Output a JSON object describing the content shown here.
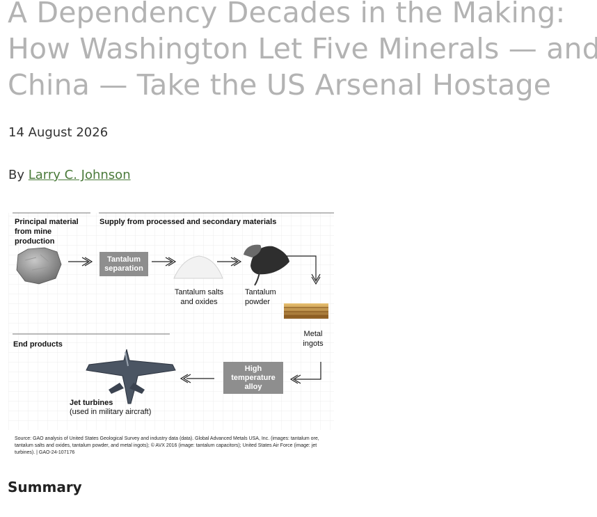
{
  "article": {
    "title_line1": "A Dependency Decades in the Making:",
    "title_line2": "How Washington Let Five Minerals — and",
    "title_line3": "China — Take the US Arsenal Hostage",
    "date": "14 August 2026",
    "by_prefix": "By ",
    "author": "Larry C. Johnson",
    "summary_heading": "Summary"
  },
  "figure": {
    "principal_heading": "Principal material from mine production",
    "supply_heading": "Supply from processed and secondary materials",
    "end_heading": "End products",
    "step_separation": "Tantalum separation",
    "label_salts": "Tantalum salts and oxides",
    "label_powder": "Tantalum powder",
    "label_ingots": "Metal ingots",
    "step_alloy": "High temperature alloy",
    "label_turbines": "Jet turbines",
    "label_turbines_sub": "(used in military aircraft)",
    "source": "Source: GAO analysis of United States Geological Survey and industry data (data). Global Advanced Metals USA, Inc. (images: tantalum ore, tantalum salts and oxides, tantalum powder, and metal ingots); © AVX 2016 (image: tantalum capacitors); United States Air Force (image: jet turbines). | GAO-24-107176"
  }
}
